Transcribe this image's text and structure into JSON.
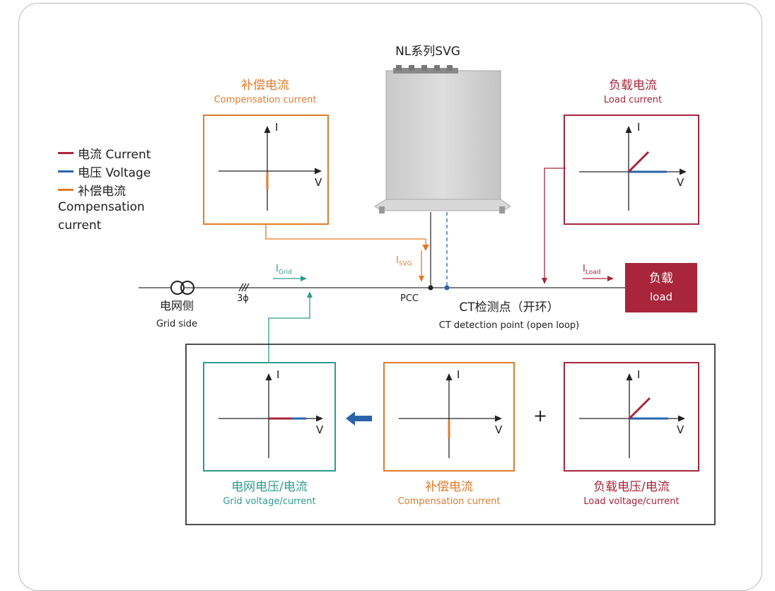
{
  "device": {
    "title": "NL系列SVG"
  },
  "legend": [
    {
      "label": "电流 Current",
      "color": "#a8253a"
    },
    {
      "label": "电压 Voltage",
      "color": "#2a64a8"
    },
    {
      "label": "补偿电流",
      "label2": "Compensation",
      "label3": "current",
      "color": "#e07b2b"
    }
  ],
  "top_panels": {
    "compensation": {
      "title_zh": "补偿电流",
      "title_en": "Compensation current"
    },
    "load": {
      "title_zh": "负载电流",
      "title_en": "Load current"
    }
  },
  "axis": {
    "y": "I",
    "x": "V"
  },
  "line": {
    "grid_side_zh": "电网侧",
    "grid_side_en": "Grid side",
    "phase": "3ϕ",
    "i_grid": "I",
    "i_grid_sub": "Grid",
    "i_svg": "I",
    "i_svg_sub": "SVG",
    "i_load": "I",
    "i_load_sub": "Load",
    "pcc": "PCC",
    "ct_zh": "CT检测点（开环）",
    "ct_en": "CT detection point (open loop)"
  },
  "load_block": {
    "zh": "负载",
    "en": "load"
  },
  "bottom_panels": {
    "grid": {
      "title_zh": "电网电压/电流",
      "title_en": "Grid voltage/current"
    },
    "compensation": {
      "title_zh": "补偿电流",
      "title_en": "Compensation current"
    },
    "load": {
      "title_zh": "负载电压/电流",
      "title_en": "Load voltage/current"
    },
    "plus": "+"
  },
  "colors": {
    "current": "#a8253a",
    "voltage": "#2a64a8",
    "compensation": "#e07b2b",
    "grid": "#2e9c8b",
    "load_block": "#a8253a"
  }
}
